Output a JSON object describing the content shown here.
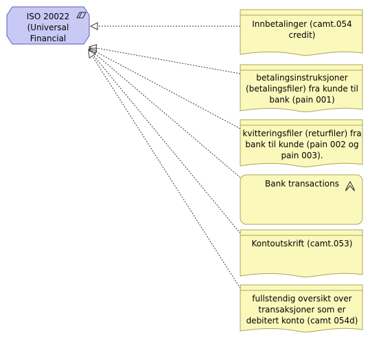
{
  "diagram": {
    "interface": {
      "lines": [
        "ISO 20022",
        "(Universal",
        "Financial"
      ],
      "fill": "#c9c9f5",
      "stroke": "#5a5ab0",
      "icon": "data-format-parallelogram-icon"
    },
    "realizations": [
      {
        "id": "innbetalinger",
        "kind": "document",
        "lines": [
          "Innbetalinger (camt.054",
          "credit)"
        ]
      },
      {
        "id": "betalingsinstrukser",
        "kind": "document",
        "lines": [
          "betalingsinstruksjoner",
          "(betalingsfiler) fra kunde til",
          "bank (pain 001)"
        ]
      },
      {
        "id": "kvitteringsfiler",
        "kind": "document",
        "lines": [
          "kvitteringsfiler (returfiler) fra",
          "bank til kunde (pain 002 og",
          "pain 003)."
        ]
      },
      {
        "id": "bank-transactions",
        "kind": "business-object",
        "lines": [
          "Bank transactions"
        ],
        "icon": "chevron-up-icon"
      },
      {
        "id": "kontoutskrift",
        "kind": "document",
        "lines": [
          "Kontoutskrift (camt.053)"
        ]
      },
      {
        "id": "fullstendig-oversikt",
        "kind": "document",
        "lines": [
          "fullstendig oversikt over",
          "transaksjoner som er",
          "debitert konto (camt 054d)"
        ]
      }
    ],
    "colors": {
      "document_fill": "#fbf8bc",
      "document_stroke": "#a8a45a",
      "document_header": "#f3ee9c",
      "edge": "#333333"
    }
  }
}
